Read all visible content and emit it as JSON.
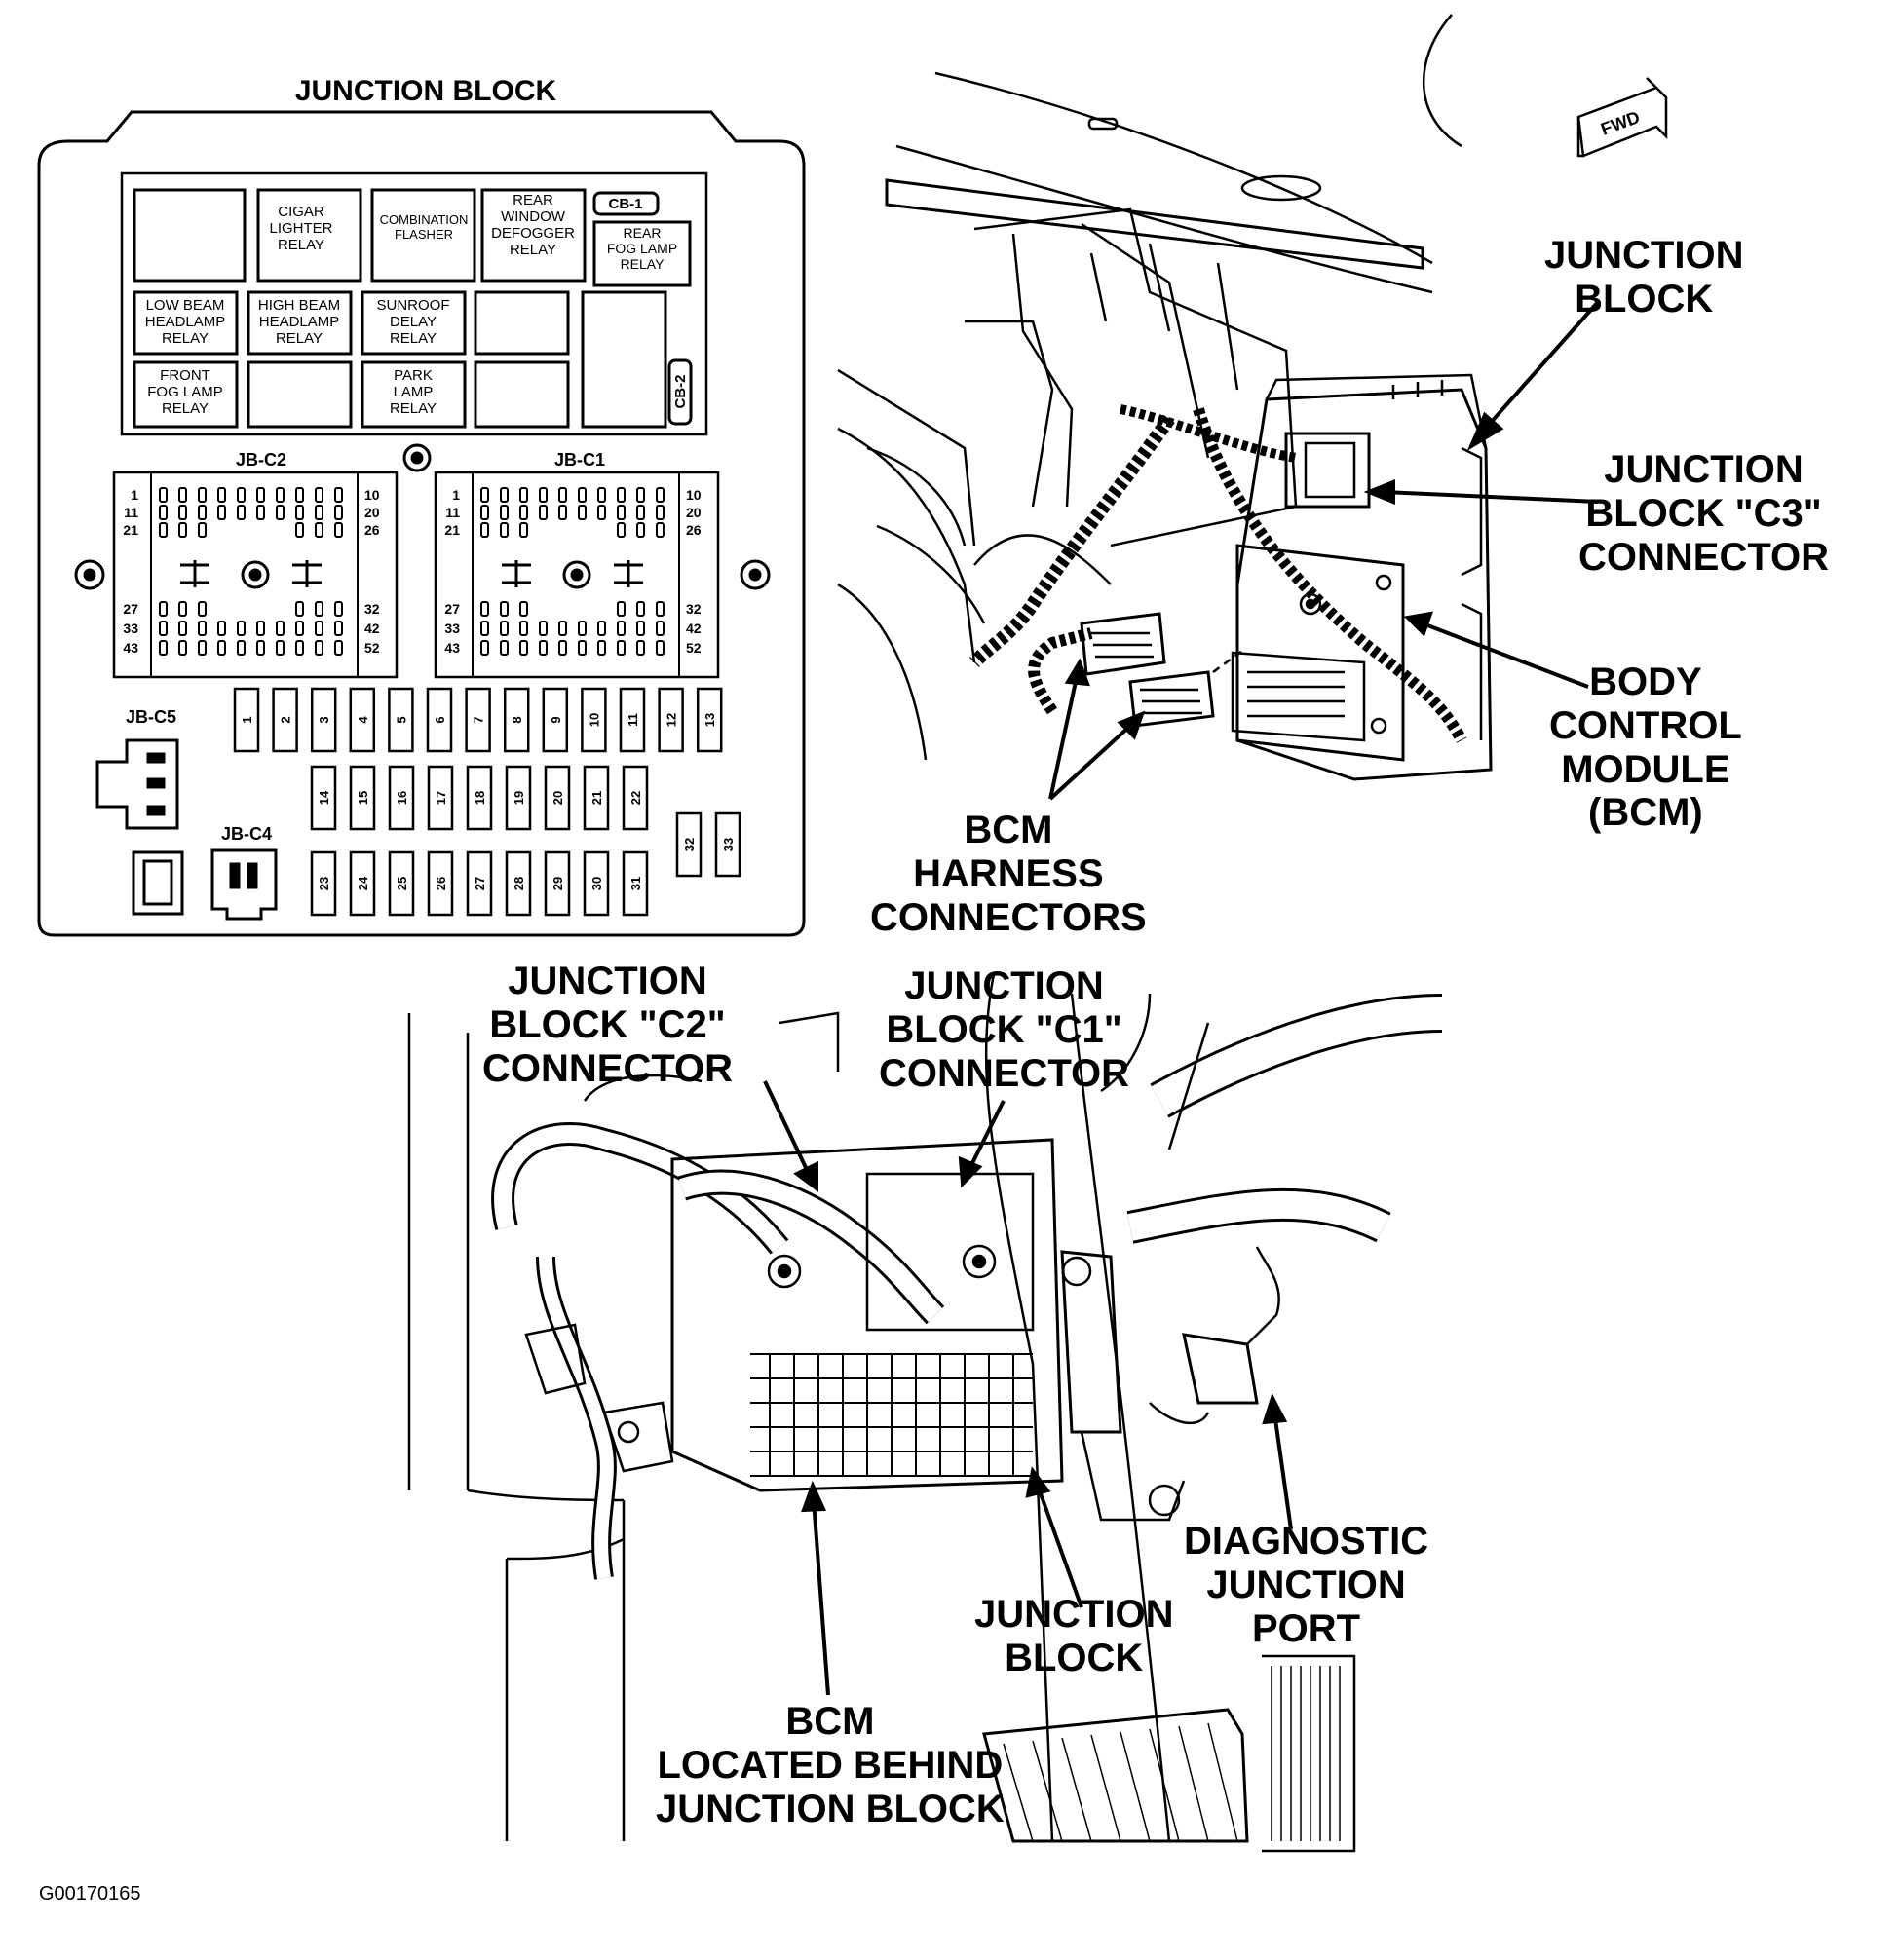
{
  "fuse_panel": {
    "title": "JUNCTION BLOCK",
    "relays": [
      [
        "CIGAR",
        "LIGHTER",
        "RELAY"
      ],
      [
        "COMBINATION",
        "FLASHER"
      ],
      [
        "REAR",
        "WINDOW",
        "DEFOGGER",
        "RELAY"
      ],
      [
        "REAR",
        "FOG LAMP",
        "RELAY"
      ],
      [
        "LOW BEAM",
        "HEADLAMP",
        "RELAY"
      ],
      [
        "HIGH BEAM",
        "HEADLAMP",
        "RELAY"
      ],
      [
        "SUNROOF",
        "DELAY",
        "RELAY"
      ],
      [
        "FRONT",
        "FOG LAMP",
        "RELAY"
      ],
      [
        "PARK",
        "LAMP",
        "RELAY"
      ]
    ],
    "cb1": "CB-1",
    "cb2": "CB-2",
    "connectors": {
      "c2": "JB-C2",
      "c1": "JB-C1",
      "c5": "JB-C5",
      "c4": "JB-C4"
    },
    "pin_left": [
      "1",
      "11",
      "21",
      "27",
      "33",
      "43"
    ],
    "pin_right": [
      "10",
      "20",
      "26",
      "32",
      "42",
      "52"
    ],
    "fuse_row1": [
      "1",
      "2",
      "3",
      "4",
      "5",
      "6",
      "7",
      "8",
      "9",
      "10",
      "11",
      "12",
      "13"
    ],
    "fuse_row2": [
      "14",
      "15",
      "16",
      "17",
      "18",
      "19",
      "20",
      "21",
      "22"
    ],
    "fuse_row3": [
      "23",
      "24",
      "25",
      "26",
      "27",
      "28",
      "29",
      "30",
      "31"
    ],
    "fuse_side": [
      "32",
      "33"
    ]
  },
  "top_view": {
    "fwd": "FWD",
    "junction_block": [
      "JUNCTION",
      "BLOCK"
    ],
    "c3_connector": [
      "JUNCTION",
      "BLOCK \"C3\"",
      "CONNECTOR"
    ],
    "bcm": [
      "BODY",
      "CONTROL",
      "MODULE",
      "(BCM)"
    ],
    "bcm_harness": [
      "BCM",
      "HARNESS",
      "CONNECTORS"
    ]
  },
  "bottom_view": {
    "c2_connector": [
      "JUNCTION",
      "BLOCK \"C2\"",
      "CONNECTOR"
    ],
    "c1_connector": [
      "JUNCTION",
      "BLOCK \"C1\"",
      "CONNECTOR"
    ],
    "diag_port": [
      "DIAGNOSTIC",
      "JUNCTION",
      "PORT"
    ],
    "junction_block": [
      "JUNCTION",
      "BLOCK"
    ],
    "bcm_location": [
      "BCM",
      "LOCATED BEHIND",
      "JUNCTION BLOCK"
    ]
  },
  "figure_id": "G00170165"
}
